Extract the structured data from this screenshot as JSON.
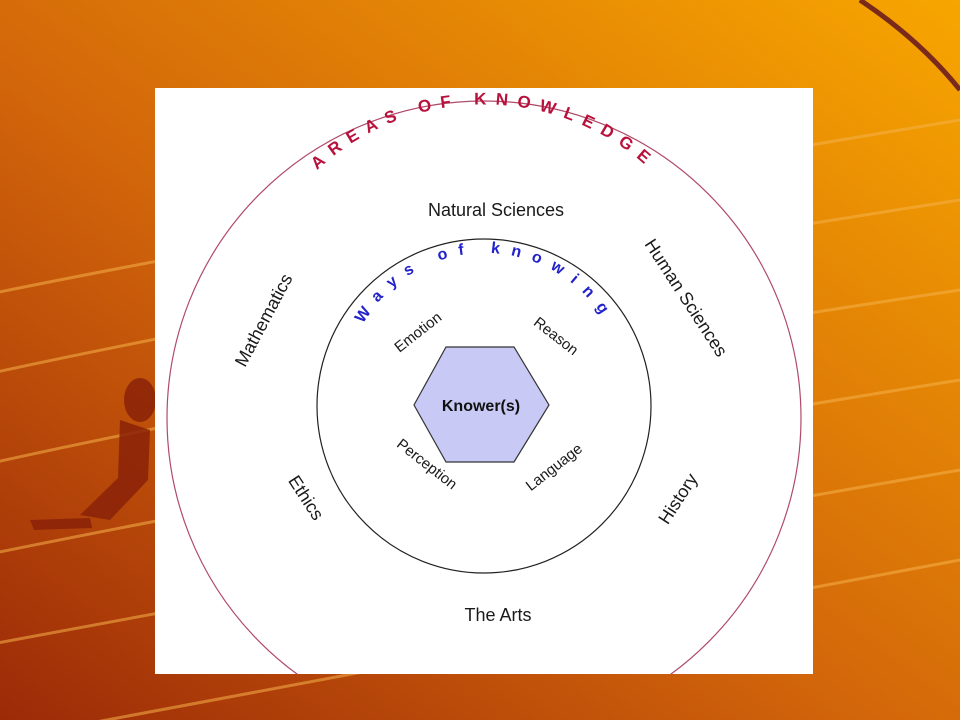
{
  "areas_of_knowledge": {
    "title": "AREAS OF KNOWLEDGE",
    "items": {
      "natural_sciences": "Natural Sciences",
      "human_sciences": "Human Sciences",
      "history": "History",
      "the_arts": "The Arts",
      "ethics": "Ethics",
      "mathematics": "Mathematics"
    }
  },
  "ways_of_knowing": {
    "title": "Ways of knowing",
    "items": {
      "emotion": "Emotion",
      "reason": "Reason",
      "perception": "Perception",
      "language": "Language"
    }
  },
  "center": {
    "label": "Knower(s)"
  },
  "colors": {
    "background_orange": "#f5a000",
    "background_dark": "#a8350a",
    "outer_ring": "#b04a6a",
    "inner_ring": "#222222",
    "aok_title": "#b8123c",
    "wok_title": "#2222cc",
    "hexagon_fill": "#c8caf5",
    "hexagon_stroke": "#333333"
  }
}
